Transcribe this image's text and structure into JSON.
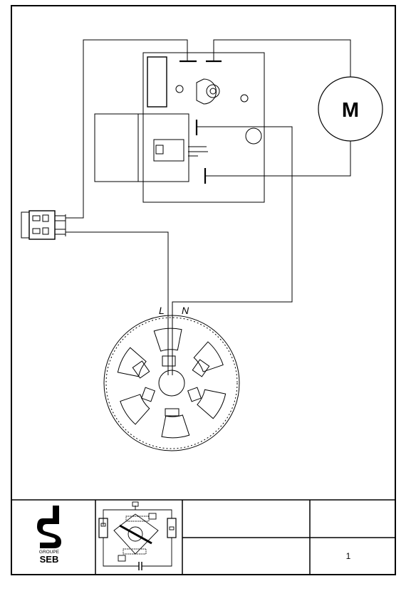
{
  "motor": {
    "label": "M"
  },
  "wire_labels": {
    "live": "L",
    "neutral": "N"
  },
  "logo": {
    "text_top": "GROUPE",
    "text_bottom": "SEB"
  },
  "title_block": {
    "cell_top_middle": "",
    "cell_bottom_middle": "",
    "cell_top_right": "",
    "page_number": "1"
  }
}
